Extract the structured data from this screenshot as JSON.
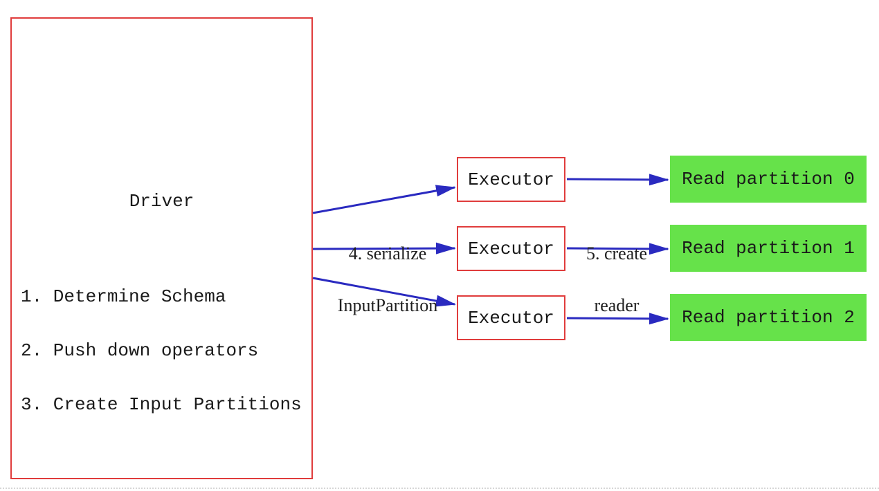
{
  "driver": {
    "title": "Driver",
    "steps": [
      "1. Determine Schema",
      "2. Push down operators",
      "3. Create Input Partitions"
    ]
  },
  "executors": [
    "Executor",
    "Executor",
    "Executor"
  ],
  "partitions": [
    "Read partition 0",
    "Read partition 1",
    "Read partition 2"
  ],
  "edges": {
    "serialize_label_line1": "4. serialize",
    "serialize_label_line2": "InputPartition",
    "reader_label_line1": "5. create",
    "reader_label_line2": "reader"
  },
  "colors": {
    "box_border_red": "#e03c3c",
    "arrow_blue": "#2a2ac0",
    "partition_green": "#66e24a",
    "text_black": "#1a1a1a"
  }
}
